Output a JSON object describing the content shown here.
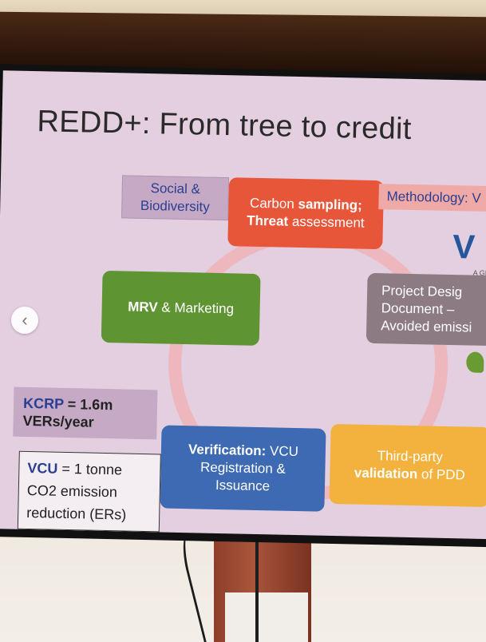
{
  "slide": {
    "title": "REDD+: From tree to credit",
    "social": "Social & Biodiversity",
    "carbon_a": "Carbon ",
    "carbon_b": "sampling;",
    "carbon_c": "Threat",
    "carbon_d": " assessment",
    "methodology": "Methodology: V",
    "logo_letters": "V",
    "logo_sub": "A GI",
    "mrv_a": "MRV",
    "mrv_b": " & Marketing",
    "pdd_1": "Project Desig",
    "pdd_2": "Document –",
    "pdd_3": "Avoided emissi",
    "kcrp_a": "KCRP",
    "kcrp_b": " = 1.6m",
    "kcrp_c": "VERs/year",
    "verif_a": "Verification:",
    "verif_b": " VCU",
    "verif_c": "Registration &",
    "verif_d": "Issuance",
    "third_a": "Third-party",
    "third_b": "validation",
    "third_c": " of PDD",
    "vcu_a": "VCU",
    "vcu_b": " = 1 tonne",
    "vcu_c": "CO2 emission",
    "vcu_d": "reduction (ERs)"
  },
  "overlay": {
    "prev_icon": "chevron-left-icon",
    "prev_glyph": "‹"
  },
  "colors": {
    "carbon": "#e8563a",
    "mrv": "#5e9431",
    "pdd": "#8d7b83",
    "verification": "#3d6ab3",
    "third_party": "#f3b23d",
    "slide_bg": "#e3cfe0"
  }
}
